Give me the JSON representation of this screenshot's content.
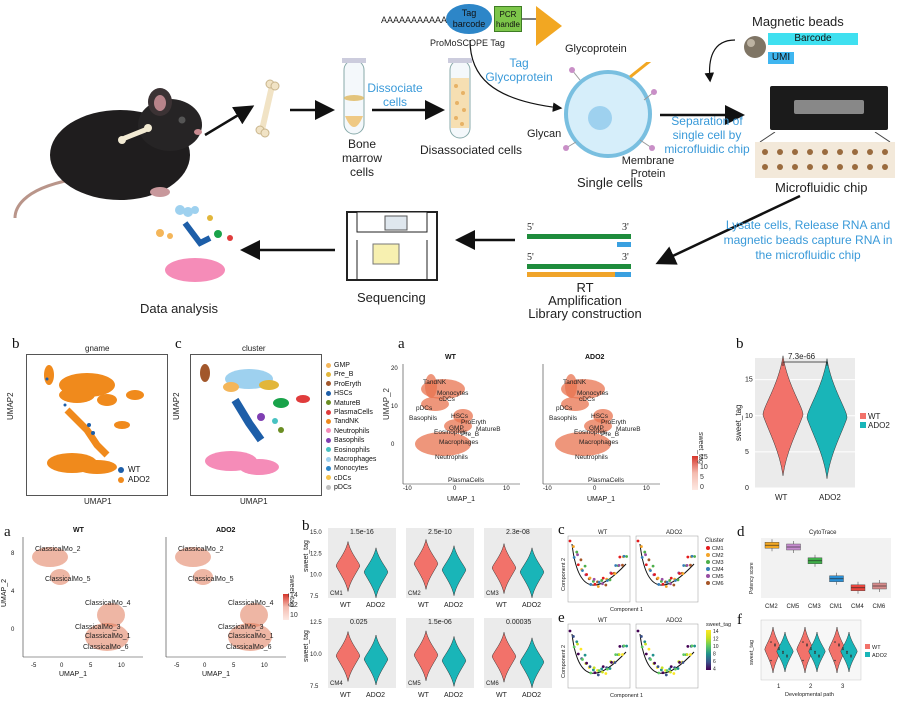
{
  "workflow": {
    "tag_seq": "AAAAAAAAAAA",
    "tag_barcode": "Tag barcode",
    "pcr_handle": "PCR handle",
    "tag_name": "ProMoSCOPE Tag",
    "tag_glyco": "Tag Glycoprotein",
    "dissociate": "Dissociate cells",
    "bone_marrow": "Bone marrow cells",
    "disassociated": "Disassociated cells",
    "glycoprotein": "Glycoprotein",
    "glycan": "Glycan",
    "membrane_protein": "Membrane Protein",
    "single_cells": "Single cells",
    "magnetic_beads": "Magnetic beads",
    "barcode": "Barcode",
    "umi": "UMI",
    "separation": "Separation of single cell by microfluidic chip",
    "microfluidic_chip": "Microfluidic chip",
    "lysate": "Lysate cells, Release RNA and magnetic beads capture RNA in the microfluidic chip",
    "five_prime": "5'",
    "three_prime": "3'",
    "rt": "RT",
    "amplification": "Amplification",
    "library": "Library construction",
    "sequencing": "Sequencing",
    "data_analysis": "Data analysis"
  },
  "panel_b1": {
    "letter": "b",
    "title": "gname",
    "xlabel": "UMAP1",
    "ylabel": "UMAP2",
    "legend": [
      "WT",
      "ADO2"
    ]
  },
  "panel_c1": {
    "letter": "c",
    "title": "cluster",
    "xlabel": "UMAP1",
    "ylabel": "UMAP2",
    "legend": [
      "GMP",
      "Pre_B",
      "ProEryth",
      "HSCs",
      "MatureB",
      "PlasmaCells",
      "TandNK",
      "Neutrophils",
      "Basophils",
      "Eosinophils",
      "Macrophages",
      "Monocytes",
      "cDCs",
      "pDCs"
    ]
  },
  "panel_a1": {
    "letter": "a",
    "titles": [
      "WT",
      "ADO2"
    ],
    "xlabel": "UMAP_1",
    "ylabel": "UMAP_2",
    "labels": [
      "TandNK",
      "Monocytes",
      "cDCs",
      "pDCs",
      "Basophils",
      "HSCs",
      "ProEryth",
      "GMP",
      "Eosinophils",
      "MatureB",
      "Pre_B",
      "Macrophages",
      "Neutrophils",
      "PlasmaCells"
    ],
    "colorbar_title": "sweet_tag",
    "colorbar_ticks": [
      "15",
      "10",
      "5",
      "0"
    ],
    "yticks": [
      "20",
      "10",
      "0"
    ],
    "xticks": [
      "-10",
      "0",
      "10"
    ]
  },
  "panel_b2": {
    "letter": "b",
    "pvalue": "7.3e-66",
    "ylabel": "sweet_tag",
    "yticks": [
      "15",
      "10",
      "5",
      "0"
    ],
    "categories": [
      "WT",
      "ADO2"
    ],
    "legend": [
      "WT",
      "ADO2"
    ]
  },
  "panel_a2": {
    "letter": "a",
    "titles": [
      "WT",
      "ADO2"
    ],
    "xlabel": "UMAP_1",
    "ylabel": "UMAP_2",
    "labels": [
      "ClassicalMo_2",
      "ClassicalMo_5",
      "ClassicalMo_4",
      "ClassicalMo_3",
      "ClassicalMo_1",
      "ClassicalMo_6"
    ],
    "yticks": [
      "8",
      "4",
      "0"
    ],
    "xticks": [
      "-5",
      "0",
      "5",
      "10"
    ],
    "colorbar_title": "sweet_tag",
    "colorbar_ticks": [
      "14",
      "12",
      "10"
    ]
  },
  "panel_b3": {
    "letter": "b",
    "ylabel": "sweet_tag",
    "facets": [
      {
        "name": "CM1",
        "p": "1.5e-16"
      },
      {
        "name": "CM2",
        "p": "2.5e-10"
      },
      {
        "name": "CM3",
        "p": "2.3e-08"
      },
      {
        "name": "CM4",
        "p": "0.025"
      },
      {
        "name": "CM5",
        "p": "1.5e-06"
      },
      {
        "name": "CM6",
        "p": "0.00035"
      }
    ],
    "categories": [
      "WT",
      "ADO2"
    ],
    "yticks_top": [
      "15.0",
      "12.5",
      "10.0",
      "7.5"
    ],
    "yticks_bottom": [
      "12.5",
      "10.0",
      "7.5"
    ]
  },
  "panel_c2": {
    "letter": "c",
    "titles": [
      "WT",
      "ADO2"
    ],
    "xlabel": "Component 1",
    "ylabel": "Component 2",
    "legend_title": "Cluster",
    "legend": [
      "CM1",
      "CM2",
      "CM3",
      "CM4",
      "CM5",
      "CM6"
    ]
  },
  "panel_e": {
    "letter": "e",
    "titles": [
      "WT",
      "ADO2"
    ],
    "xlabel": "Component 1",
    "ylabel": "Component 2",
    "colorbar_title": "sweet_tag",
    "colorbar_ticks": [
      "14",
      "12",
      "10",
      "8",
      "6",
      "4"
    ]
  },
  "panel_d": {
    "letter": "d",
    "title": "CytoTrace",
    "ylabel": "Potency score",
    "categories": [
      "CM2",
      "CM5",
      "CM3",
      "CM1",
      "CM4",
      "CM6"
    ]
  },
  "panel_f": {
    "letter": "f",
    "xlabel": "Developmental path",
    "ylabel": "sweet_tag",
    "categories": [
      "1",
      "2",
      "3"
    ],
    "legend": [
      "WT",
      "ADO2"
    ]
  },
  "colors": {
    "wt": "#f2726a",
    "ado2": "#19b5b8",
    "umap_orange": "#f08a1c",
    "accent_blue": "#3a9ad9"
  },
  "chart_data": [
    {
      "type": "violin",
      "title": "",
      "categories": [
        "WT",
        "ADO2"
      ],
      "ylabel": "sweet_tag",
      "ylim": [
        0,
        18
      ],
      "annotation": "7.3e-66",
      "series": [
        {
          "name": "WT",
          "values": [
            10
          ]
        },
        {
          "name": "ADO2",
          "values": [
            9.6
          ]
        }
      ]
    },
    {
      "type": "violin",
      "categories": [
        "CM1",
        "CM2",
        "CM3",
        "CM4",
        "CM5",
        "CM6"
      ],
      "series": [
        {
          "name": "WT",
          "values": [
            10.5,
            10.8,
            10.2,
            10.5,
            10.6,
            10.4
          ]
        },
        {
          "name": "ADO2",
          "values": [
            9.6,
            9.9,
            9.6,
            10.0,
            9.8,
            9.6
          ]
        }
      ],
      "annotations": [
        "1.5e-16",
        "2.5e-10",
        "2.3e-08",
        "0.025",
        "1.5e-06",
        "0.00035"
      ]
    },
    {
      "type": "box",
      "title": "CytoTrace",
      "categories": [
        "CM2",
        "CM5",
        "CM3",
        "CM1",
        "CM4",
        "CM6"
      ],
      "values": [
        0.88,
        0.85,
        0.62,
        0.32,
        0.17,
        0.2
      ],
      "ylim": [
        0,
        1
      ]
    }
  ]
}
